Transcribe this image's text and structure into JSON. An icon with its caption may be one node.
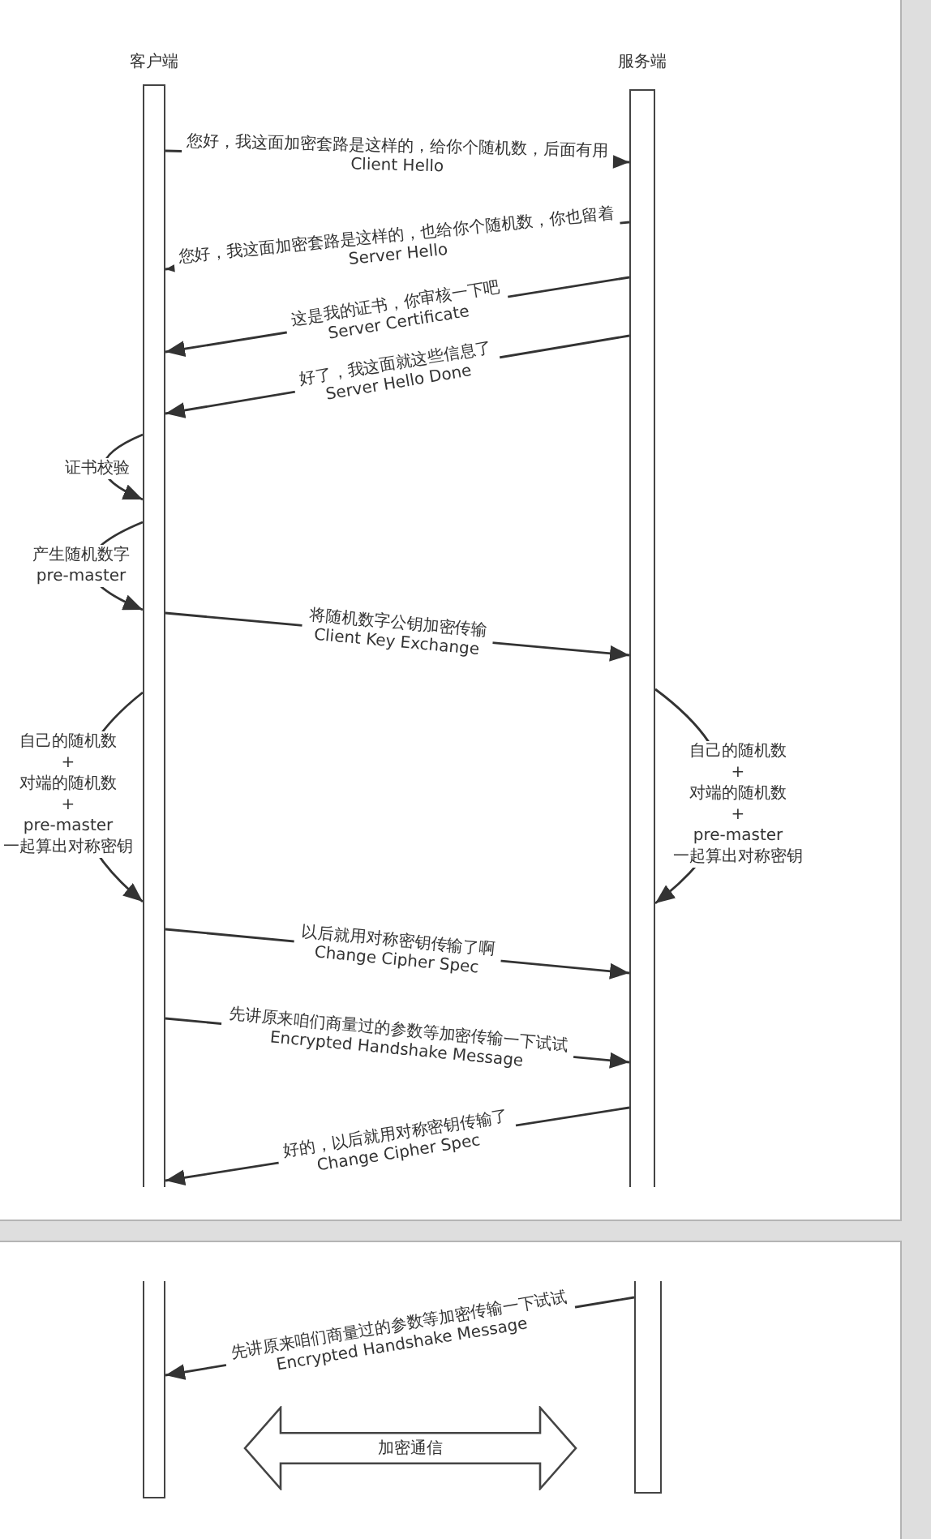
{
  "diagram": {
    "nodes": [
      {
        "text": [
          "客户端"
        ]
      },
      {
        "text": [
          "服务端"
        ]
      },
      {
        "text": [],
        "shape": "bar"
      },
      {
        "text": [],
        "shape": "bar"
      },
      {
        "text": [
          "加密通信"
        ]
      }
    ],
    "edges": [
      {
        "from": 0,
        "to": 1,
        "arrow": "to",
        "label": "您好，我这面加密套路是这样的，给你个随机数，后面有用 Client Hello"
      },
      {
        "from": 1,
        "to": 0,
        "arrow": "to",
        "label": "您好，我这面加密套路是这样的，也给你个随机数，你也留着 Server Hello"
      },
      {
        "from": 1,
        "to": 0,
        "arrow": "to",
        "label": "这是我的证书，你审核一下吧 Server Certificate"
      },
      {
        "from": 1,
        "to": 0,
        "arrow": "to",
        "label": "好了，我这面就这些信息了 Server Hello Done"
      },
      {
        "from": 0,
        "to": 0,
        "arrow": "to",
        "label": "证书校验"
      },
      {
        "from": 0,
        "to": 0,
        "arrow": "to",
        "label": "产生随机数字 pre-master"
      },
      {
        "from": 0,
        "to": 1,
        "arrow": "to",
        "label": "将随机数字公钥加密传输 Client Key Exchange"
      },
      {
        "from": 0,
        "to": 0,
        "arrow": "to",
        "label": "自己的随机数 + 对端的随机数 + pre-master 一起算出对称密钥"
      },
      {
        "from": 1,
        "to": 1,
        "arrow": "to",
        "label": "自己的随机数 + 对端的随机数 + pre-master 一起算出对称密钥"
      },
      {
        "from": 0,
        "to": 1,
        "arrow": "to",
        "label": "以后就用对称密钥传输了啊 Change Cipher Spec"
      },
      {
        "from": 0,
        "to": 1,
        "arrow": "to",
        "label": "先讲原来咱们商量过的参数等加密传输一下试试 Encrypted Handshake Message"
      },
      {
        "from": 1,
        "to": 0,
        "arrow": "to",
        "label": "好的，以后就用对称密钥传输了 Change Cipher Spec"
      },
      {
        "from": 3,
        "to": 2,
        "arrow": "to",
        "label": "先讲原来咱们商量过的参数等加密传输一下试试 Encrypted Handshake Message"
      }
    ]
  }
}
